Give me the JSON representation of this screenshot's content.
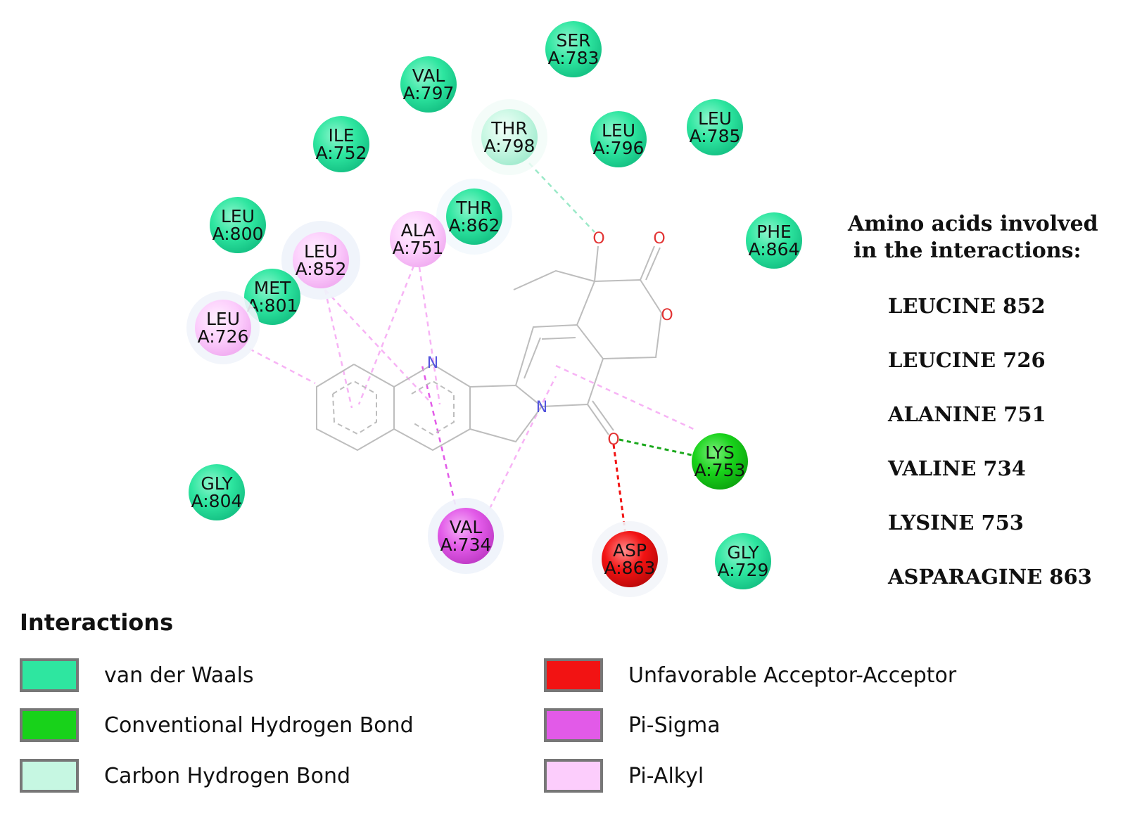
{
  "residues": [
    {
      "name": "SER",
      "id": "A:783",
      "type": "van der Waals"
    },
    {
      "name": "VAL",
      "id": "A:797",
      "type": "van der Waals"
    },
    {
      "name": "ILE",
      "id": "A:752",
      "type": "van der Waals"
    },
    {
      "name": "THR",
      "id": "A:798",
      "type": "Carbon Hydrogen Bond"
    },
    {
      "name": "LEU",
      "id": "A:796",
      "type": "van der Waals"
    },
    {
      "name": "LEU",
      "id": "A:785",
      "type": "van der Waals"
    },
    {
      "name": "LEU",
      "id": "A:800",
      "type": "van der Waals"
    },
    {
      "name": "THR",
      "id": "A:862",
      "type": "van der Waals"
    },
    {
      "name": "ALA",
      "id": "A:751",
      "type": "Pi-Alkyl"
    },
    {
      "name": "LEU",
      "id": "A:852",
      "type": "Pi-Alkyl"
    },
    {
      "name": "PHE",
      "id": "A:864",
      "type": "van der Waals"
    },
    {
      "name": "MET",
      "id": "A:801",
      "type": "van der Waals"
    },
    {
      "name": "LEU",
      "id": "A:726",
      "type": "Pi-Alkyl"
    },
    {
      "name": "LYS",
      "id": "A:753",
      "type": "Conventional Hydrogen Bond"
    },
    {
      "name": "GLY",
      "id": "A:804",
      "type": "van der Waals"
    },
    {
      "name": "VAL",
      "id": "A:734",
      "type": "Pi-Sigma"
    },
    {
      "name": "ASP",
      "id": "A:863",
      "type": "Unfavorable Acceptor-Acceptor"
    },
    {
      "name": "GLY",
      "id": "A:729",
      "type": "van der Waals"
    }
  ],
  "atom_labels": {
    "oxygen": "O",
    "nitrogen": "N"
  },
  "summary": {
    "title_line1": "Amino acids involved",
    "title_line2": "in the interactions:",
    "items": [
      "LEUCINE 852",
      "LEUCINE 726",
      "ALANINE 751",
      "VALINE 734",
      "LYSINE 753",
      "ASPARAGINE 863"
    ]
  },
  "legend": {
    "title": "Interactions",
    "items": [
      {
        "label": "van der Waals",
        "color": "#2ee6a0"
      },
      {
        "label": "Conventional Hydrogen Bond",
        "color": "#18d21a"
      },
      {
        "label": "Carbon Hydrogen Bond",
        "color": "#c6f7e2"
      },
      {
        "label": "Unfavorable Acceptor-Acceptor",
        "color": "#f21313"
      },
      {
        "label": "Pi-Sigma",
        "color": "#e25ae8"
      },
      {
        "label": "Pi-Alkyl",
        "color": "#fccdfc"
      }
    ]
  }
}
